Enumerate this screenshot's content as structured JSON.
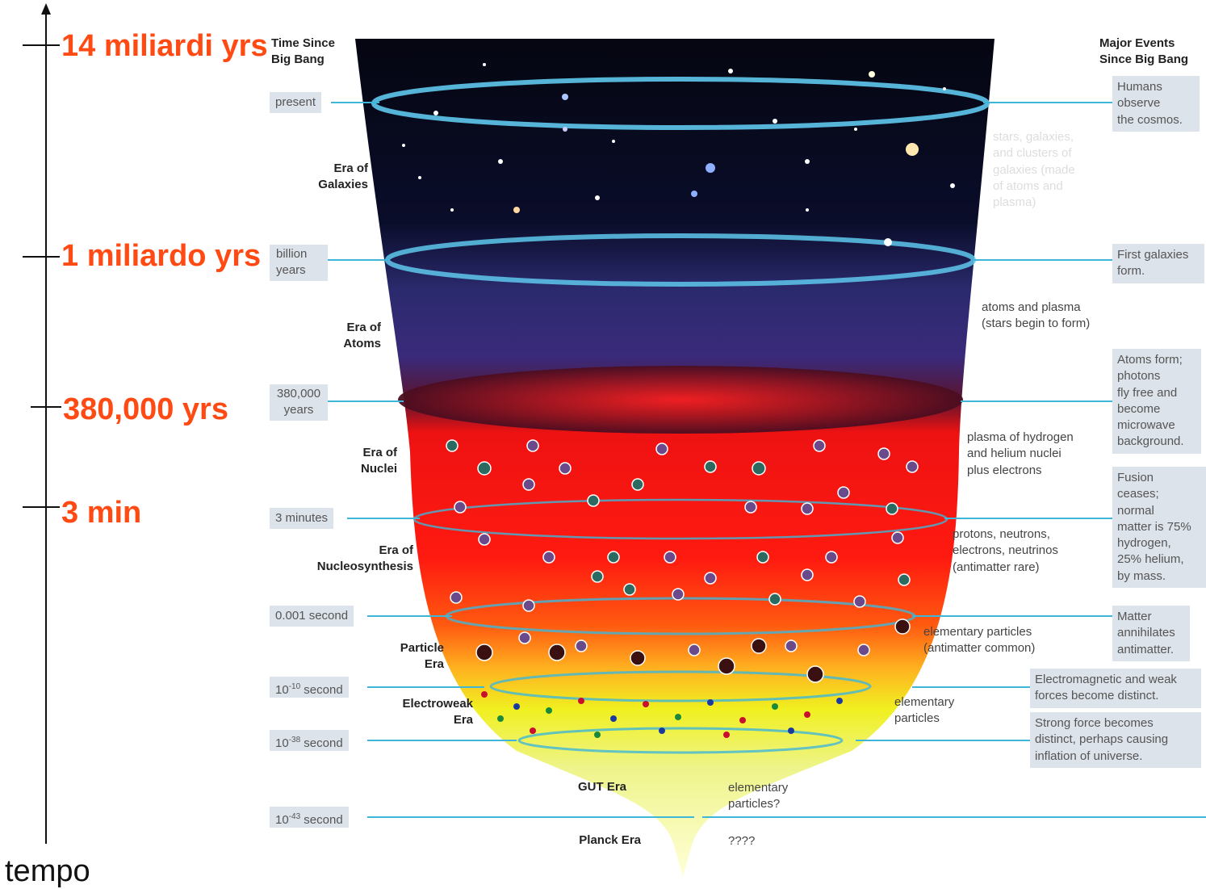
{
  "axis": {
    "bottom_label": "tempo",
    "ticks": [
      "14 miliardi yrs",
      "1 miliardo yrs",
      "380,000 yrs",
      "3 min"
    ]
  },
  "headers": {
    "left": [
      "Time Since",
      "Big Bang"
    ],
    "right": [
      "Major Events",
      "Since Big Bang"
    ]
  },
  "times": {
    "present": "present",
    "billion": [
      "billion",
      "years"
    ],
    "t380k": [
      "380,000",
      "years"
    ],
    "three_min": "3 minutes",
    "t0001": "0.001 second",
    "t10_10": {
      "base": "10",
      "exp": "-10",
      "unit": " second"
    },
    "t10_38": {
      "base": "10",
      "exp": "-38",
      "unit": " second"
    },
    "t10_43": {
      "base": "10",
      "exp": "-43",
      "unit": " second"
    }
  },
  "eras": {
    "galaxies": [
      "Era of",
      "Galaxies"
    ],
    "atoms": [
      "Era of",
      "Atoms"
    ],
    "nuclei": [
      "Era of",
      "Nuclei"
    ],
    "nucleosynthesis": [
      "Era of",
      "Nucleosynthesis"
    ],
    "particle": [
      "Particle",
      "Era"
    ],
    "electroweak": [
      "Electroweak",
      "Era"
    ],
    "gut": "GUT Era",
    "planck": "Planck Era"
  },
  "contents": {
    "galaxies": [
      "stars, galaxies,",
      "and clusters of",
      "galaxies (made",
      "of atoms and",
      "plasma)"
    ],
    "atoms": [
      "atoms and plasma",
      "(stars begin to form)"
    ],
    "nuclei": [
      "plasma of hydrogen",
      "and helium nuclei",
      "plus electrons"
    ],
    "nucleosynthesis": [
      "protons, neutrons,",
      "electrons, neutrinos",
      "(antimatter rare)"
    ],
    "particle": [
      "elementary particles",
      "(antimatter common)"
    ],
    "electroweak": [
      "elementary",
      "particles"
    ],
    "gut": [
      "elementary",
      "particles?"
    ],
    "planck": "????"
  },
  "events": {
    "humans": [
      "Humans",
      "observe",
      "the cosmos."
    ],
    "galaxies": [
      "First galaxies",
      "form."
    ],
    "atoms": [
      "Atoms form;",
      "photons",
      "fly free and",
      "become",
      "microwave",
      "background."
    ],
    "fusion": [
      "Fusion",
      "ceases;",
      "normal",
      "matter is 75%",
      "hydrogen,",
      "25% helium,",
      "by mass."
    ],
    "matter": [
      "Matter",
      "annihilates",
      "antimatter."
    ],
    "em": [
      "Electromagnetic and weak",
      "forces become distinct."
    ],
    "strong": [
      "Strong force becomes",
      "distinct, perhaps causing",
      "inflation of universe."
    ]
  },
  "colors": {
    "accent_orange": "#ff4a14",
    "connector_blue": "#3fb6d8",
    "box_gray": "#dde3ea"
  }
}
